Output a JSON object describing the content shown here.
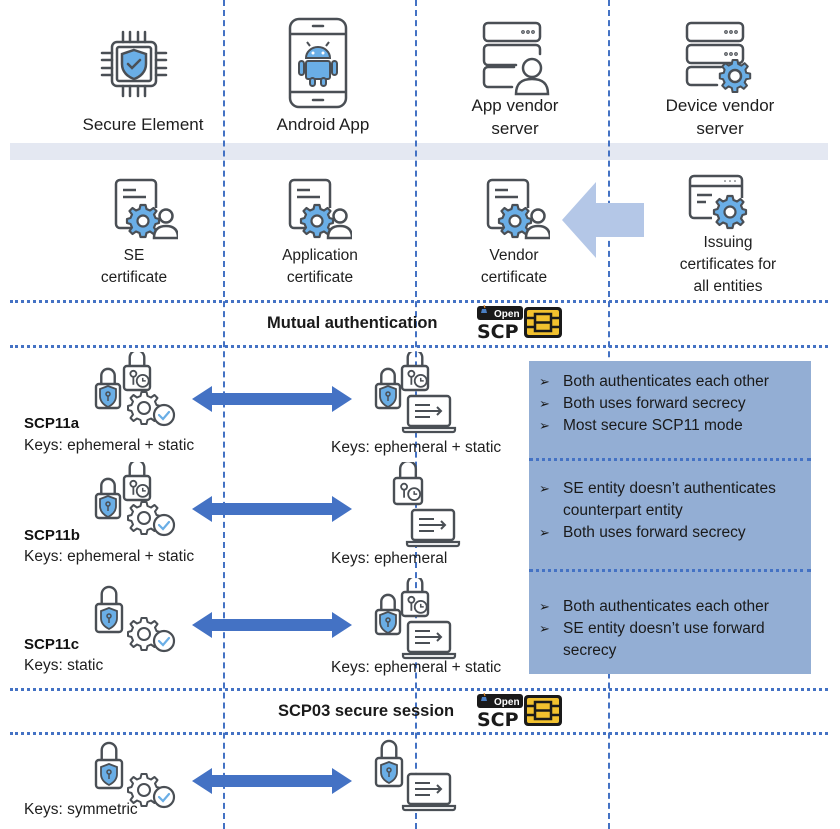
{
  "colors": {
    "divider_blue": "#4472c4",
    "icon_blue": "#6aaee6",
    "icon_stroke": "#4a4f55",
    "band_gray": "#e4e8f2",
    "infobox_bg": "#93aed4",
    "arrow_dark": "#4472c4",
    "arrow_light": "#b4c7e7",
    "logo_yellow": "#f2c12e"
  },
  "entities": [
    {
      "label": "Secure Element",
      "icon": "chip-shield-icon"
    },
    {
      "label": "Android App",
      "icon": "android-phone-icon"
    },
    {
      "label": "App vendor server",
      "line1": "App vendor",
      "line2": "server",
      "icon": "server-user-icon"
    },
    {
      "label": "Device vendor server",
      "line1": "Device vendor",
      "line2": "server",
      "icon": "server-gear-icon"
    }
  ],
  "certificates": [
    {
      "line1": "SE",
      "line2": "certificate",
      "icon": "certificate-icon"
    },
    {
      "line1": "Application",
      "line2": "certificate",
      "icon": "certificate-icon"
    },
    {
      "line1": "Vendor",
      "line2": "certificate",
      "icon": "certificate-icon"
    },
    {
      "line1": "Issuing",
      "line2": "certificates for",
      "line3": "all entities",
      "icon": "certificate-issuer-icon"
    }
  ],
  "sections": {
    "mutual_auth": {
      "title": "Mutual authentication",
      "logo_top": "Open",
      "logo_bottom": "SCP"
    },
    "scp03": {
      "title": "SCP03 secure session",
      "logo_top": "Open",
      "logo_bottom": "SCP"
    }
  },
  "modes": [
    {
      "name": "SCP11a",
      "se_keys": "Keys: ephemeral + static",
      "app_keys": "Keys: ephemeral + static",
      "notes": [
        "Both authenticates each other",
        "Both uses forward secrecy",
        "Most secure SCP11 mode"
      ]
    },
    {
      "name": "SCP11b",
      "se_keys": "Keys: ephemeral + static",
      "app_keys": "Keys: ephemeral",
      "notes": [
        "SE entity doesn’t authenticates counterpart entity",
        "Both uses forward secrecy"
      ]
    },
    {
      "name": "SCP11c",
      "se_keys": "Keys: static",
      "app_keys": "Keys: ephemeral + static",
      "notes": [
        "Both authenticates each other",
        "SE entity doesn’t use forward secrecy"
      ]
    }
  ],
  "scp03": {
    "se_keys": "Keys: symmetric"
  },
  "bullet_glyph": "➢"
}
